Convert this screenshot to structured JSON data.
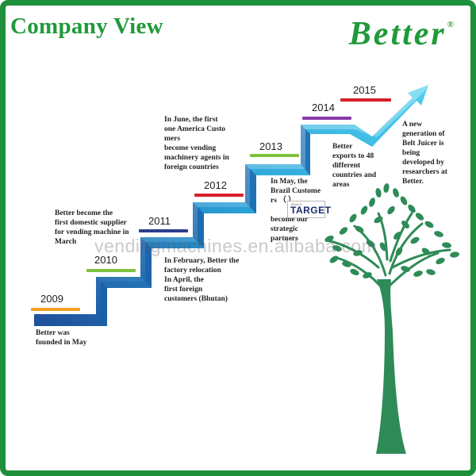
{
  "header": {
    "title": "Company View",
    "logo": "Better",
    "logo_mark": "®"
  },
  "watermark": "vendingmachines.en.alibaba.com",
  "timeline": [
    {
      "year": "2009",
      "color": "#f0a020",
      "text": [
        "Better was",
        "founded in May"
      ]
    },
    {
      "year": "2010",
      "color": "#7fc241",
      "text": [
        "Better become the",
        "first domestic supplier",
        "for vending machine in",
        "March"
      ]
    },
    {
      "year": "2011",
      "color": "#2a3e8c",
      "text": [
        "In February, Better the",
        "factory relocation",
        "In April, the",
        "first foreign",
        "customers (Bhutan)"
      ]
    },
    {
      "year": "2012",
      "color": "#d81e2a",
      "text": [
        "In June, the first",
        "one America Custo",
        "mers",
        "become vending",
        "machinery agents in",
        "foreign countries"
      ]
    },
    {
      "year": "2013",
      "color": "#7fc241",
      "text": [
        "In May, the",
        "Brazil Custome",
        "rs （           ）",
        "",
        "become our",
        "strategic",
        "partners"
      ]
    },
    {
      "year": "2014",
      "color": "#8a3aa8",
      "text": [
        "Better",
        "exports to 48",
        "different",
        "countries and",
        "areas"
      ]
    },
    {
      "year": "2015",
      "color": "#d81e2a",
      "text": [
        "A new",
        "generation of",
        "Belt Juicer is",
        "being",
        "developed by",
        "researchers at",
        "Better."
      ]
    }
  ],
  "target_logo": {
    "small": "BRAZIL",
    "text": "TARGET"
  }
}
